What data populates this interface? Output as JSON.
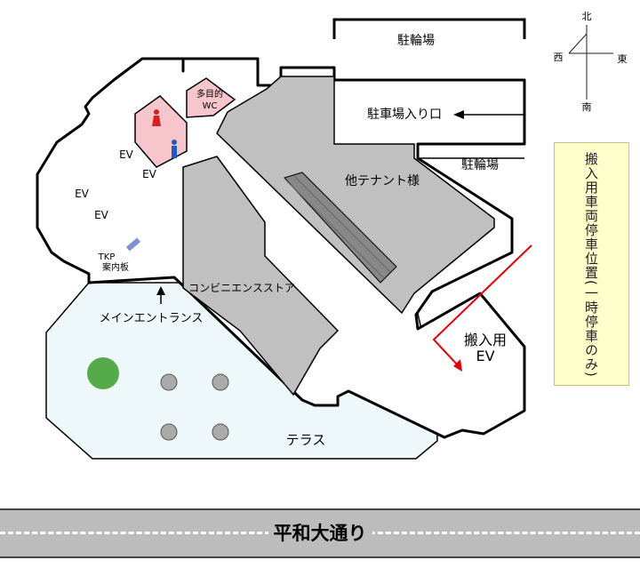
{
  "compass": {
    "north": "北",
    "south": "南",
    "east": "東",
    "west": "西"
  },
  "labels": {
    "bicycle_parking_top": "駐輪場",
    "parking_entrance": "駐車場入り口",
    "bicycle_parking_right": "駐輪場",
    "other_tenant": "他テナント様",
    "multipurpose_wc_line1": "多目的",
    "multipurpose_wc_line2": "WC",
    "ev1": "EV",
    "ev2": "EV",
    "ev3": "EV",
    "ev4": "EV",
    "tkp_board_line1": "TKP",
    "tkp_board_line2": "案内板",
    "main_entrance": "メインエントランス",
    "convenience_store": "コンビニエンスストア",
    "loading_ev_line1": "搬入用",
    "loading_ev_line2": "EV",
    "terrace": "テラス",
    "street": "平和大通り"
  },
  "loading_note": "搬入用車両停車位置(一時停車のみ)",
  "colors": {
    "tenant_gray": "#c0c0c0",
    "terrace_fill": "#eef8fa",
    "restroom_pink": "#f7c6cc",
    "route_red": "#e00000",
    "note_yellow": "#ffffcc"
  }
}
